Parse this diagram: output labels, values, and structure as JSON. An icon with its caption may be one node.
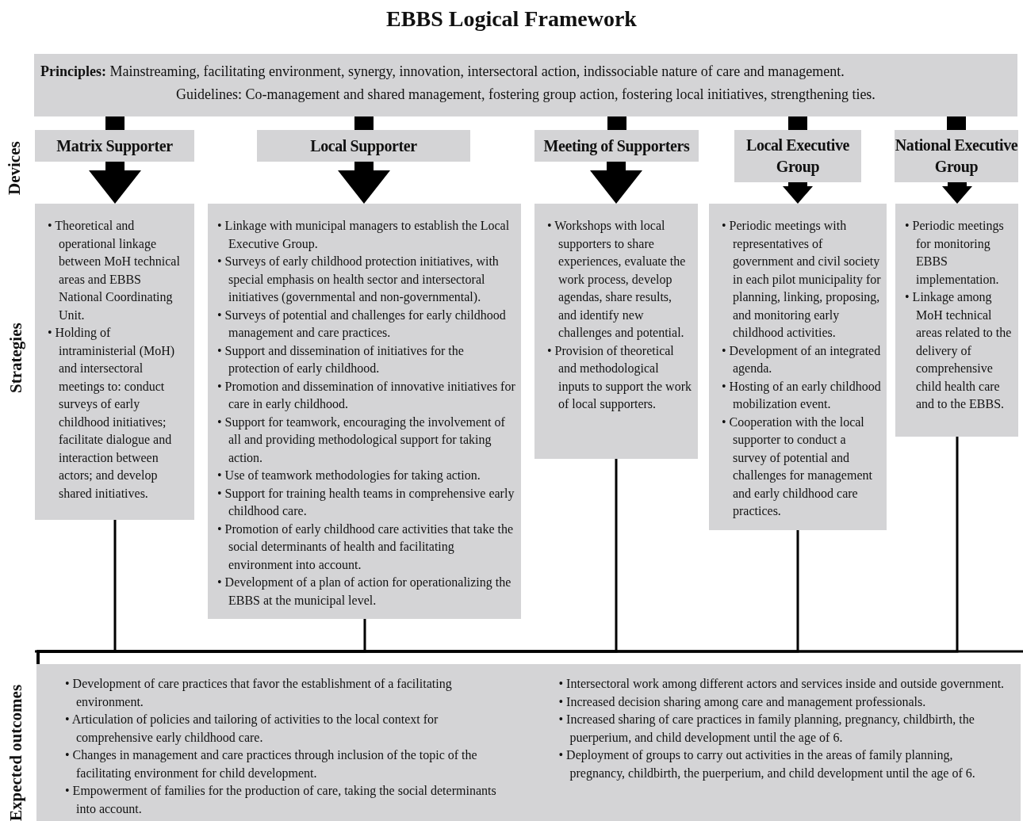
{
  "diagram": {
    "title": "EBBS Logical Framework",
    "nodes": [
      {
        "text": [
          "**Principles:** Mainstreaming, facilitating environment, synergy, innovation, intersectoral action, indissociable nature of care and management.",
          "Guidelines: Co-management and shared management, fostering group action, fostering local initiatives, strengthening ties."
        ]
      },
      {
        "text": [
          "Matrix Supporter"
        ]
      },
      {
        "text": [
          "Local Supporter"
        ]
      },
      {
        "text": [
          "Meeting of Supporters"
        ]
      },
      {
        "text": [
          "Local Executive Group"
        ]
      },
      {
        "text": [
          "National Executive Group"
        ]
      },
      {
        "text": [
          "• Theoretical and operational linkage between MoH technical areas and EBBS National Coordinating Unit.",
          "• Holding of intraministerial (MoH) and intersectoral meetings to: conduct surveys of early childhood initiatives; facilitate dialogue and interaction between actors; and develop shared initiatives."
        ]
      },
      {
        "text": [
          "• Linkage with municipal managers to establish the Local Executive Group.",
          "• Surveys of early childhood protection initiatives, with special emphasis on health sector and intersectoral initiatives (governmental and non-governmental).",
          "• Surveys of potential and challenges for early childhood management and care practices.",
          "• Support and dissemination of initiatives for the protection of early childhood.",
          "• Promotion and dissemination of innovative initiatives for care in early childhood.",
          "• Support for teamwork, encouraging the involvement of all and providing methodological support for taking action.",
          "• Use of teamwork methodologies for taking action.",
          "• Support for training health teams in comprehensive early childhood care.",
          "• Promotion of early childhood care activities that take the social determinants of health and facilitating environment into account.",
          "• Development of a plan of action for operationalizing the EBBS at the municipal level."
        ]
      },
      {
        "text": [
          "• Workshops with local supporters to share experiences, evaluate the work process, develop agendas, share results, and identify new challenges and potential.",
          "• Provision of theoretical and methodological inputs to support the work of local supporters."
        ]
      },
      {
        "text": [
          "• Periodic meetings with representatives of government and civil society in each pilot municipality for planning, linking, proposing, and monitoring early childhood activities.",
          "• Development of an integrated agenda.",
          "• Hosting of an early childhood mobilization event.",
          "• Cooperation with the local supporter to conduct a survey of potential and challenges for management and early childhood care practices."
        ]
      },
      {
        "text": [
          "• Periodic meetings for monitoring EBBS implementation.",
          "• Linkage among MoH technical areas related to the delivery of comprehensive child health care and to the EBBS."
        ]
      },
      {
        "text": [
          "• Development of care practices that favor the establishment of a facilitating environment.",
          "• Articulation of policies and tailoring of activities to the local context for comprehensive early childhood care.",
          "• Changes in management and care practices through inclusion of the topic of the facilitating environment for child development.",
          "• Empowerment of families for the production of care, taking the social determinants into account.",
          "• Intersectoral work among different actors and services inside and outside government.",
          "• Increased decision sharing among care and management professionals.",
          "• Increased sharing of care practices in family planning, pregnancy, childbirth, the puerperium, and child development until the age of 6.",
          "• Deployment of groups to carry out activities in the areas of family planning, pregnancy, childbirth, the puerperium, and child development until the age of 6."
        ]
      }
    ],
    "edges": [
      {
        "from": 0,
        "to": 1,
        "arrow": "none"
      },
      {
        "from": 0,
        "to": 2,
        "arrow": "none"
      },
      {
        "from": 0,
        "to": 3,
        "arrow": "none"
      },
      {
        "from": 0,
        "to": 4,
        "arrow": "none"
      },
      {
        "from": 0,
        "to": 5,
        "arrow": "none"
      },
      {
        "from": 1,
        "to": 6,
        "arrow": "to"
      },
      {
        "from": 2,
        "to": 7,
        "arrow": "to"
      },
      {
        "from": 3,
        "to": 8,
        "arrow": "to"
      },
      {
        "from": 4,
        "to": 9,
        "arrow": "to"
      },
      {
        "from": 5,
        "to": 10,
        "arrow": "to"
      },
      {
        "from": 6,
        "to": 11,
        "arrow": "none"
      },
      {
        "from": 7,
        "to": 11,
        "arrow": "none"
      },
      {
        "from": 8,
        "to": 11,
        "arrow": "none"
      },
      {
        "from": 9,
        "to": 11,
        "arrow": "none"
      },
      {
        "from": 10,
        "to": 11,
        "arrow": "none"
      }
    ],
    "labels": [
      "Devices",
      "Strategies",
      "Expected outcomes"
    ]
  }
}
